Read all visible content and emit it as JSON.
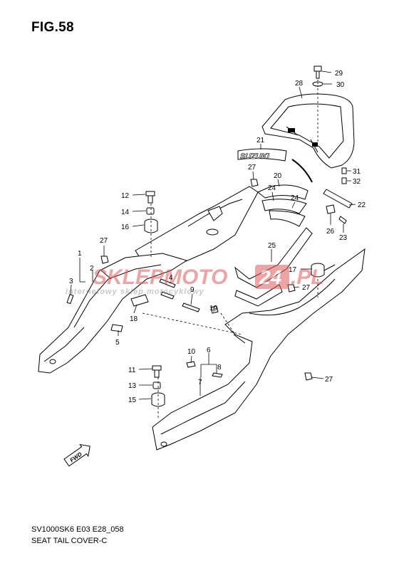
{
  "figure": {
    "title": "FIG.58",
    "code_line": "SV1000SK6 E03 E28_058",
    "caption": "SEAT TAIL COVER-C"
  },
  "watermark": {
    "brand_left": "SKLEPMOTO",
    "brand_badge": "24",
    "brand_right": ".PL",
    "tagline": "internetowy sklep motocyklowy",
    "color": "#e05a5a"
  },
  "emblem_text": "SUZUKI",
  "fwd_arrow_text": "FWD",
  "callouts": [
    {
      "id": "c29",
      "text": "29"
    },
    {
      "id": "c30",
      "text": "30"
    },
    {
      "id": "c28",
      "text": "28"
    },
    {
      "id": "c21",
      "text": "21"
    },
    {
      "id": "c27a",
      "text": "27"
    },
    {
      "id": "c20",
      "text": "20"
    },
    {
      "id": "c24a",
      "text": "24"
    },
    {
      "id": "c24b",
      "text": "24"
    },
    {
      "id": "c31",
      "text": "31"
    },
    {
      "id": "c32",
      "text": "32"
    },
    {
      "id": "c22",
      "text": "22"
    },
    {
      "id": "c26",
      "text": "26"
    },
    {
      "id": "c23",
      "text": "23"
    },
    {
      "id": "c12",
      "text": "12"
    },
    {
      "id": "c14",
      "text": "14"
    },
    {
      "id": "c16",
      "text": "16"
    },
    {
      "id": "c1",
      "text": "1"
    },
    {
      "id": "c27b",
      "text": "27"
    },
    {
      "id": "c2",
      "text": "2"
    },
    {
      "id": "c3",
      "text": "3"
    },
    {
      "id": "c25",
      "text": "25"
    },
    {
      "id": "c17",
      "text": "17"
    },
    {
      "id": "c27c",
      "text": "27"
    },
    {
      "id": "c4",
      "text": "4"
    },
    {
      "id": "c9",
      "text": "9"
    },
    {
      "id": "c18",
      "text": "18"
    },
    {
      "id": "c19",
      "text": "19"
    },
    {
      "id": "c5",
      "text": "5"
    },
    {
      "id": "c10",
      "text": "10"
    },
    {
      "id": "c6",
      "text": "6"
    },
    {
      "id": "c8",
      "text": "8"
    },
    {
      "id": "c11",
      "text": "11"
    },
    {
      "id": "c27d",
      "text": "27"
    },
    {
      "id": "c7",
      "text": "7"
    },
    {
      "id": "c13",
      "text": "13"
    },
    {
      "id": "c15",
      "text": "15"
    }
  ]
}
